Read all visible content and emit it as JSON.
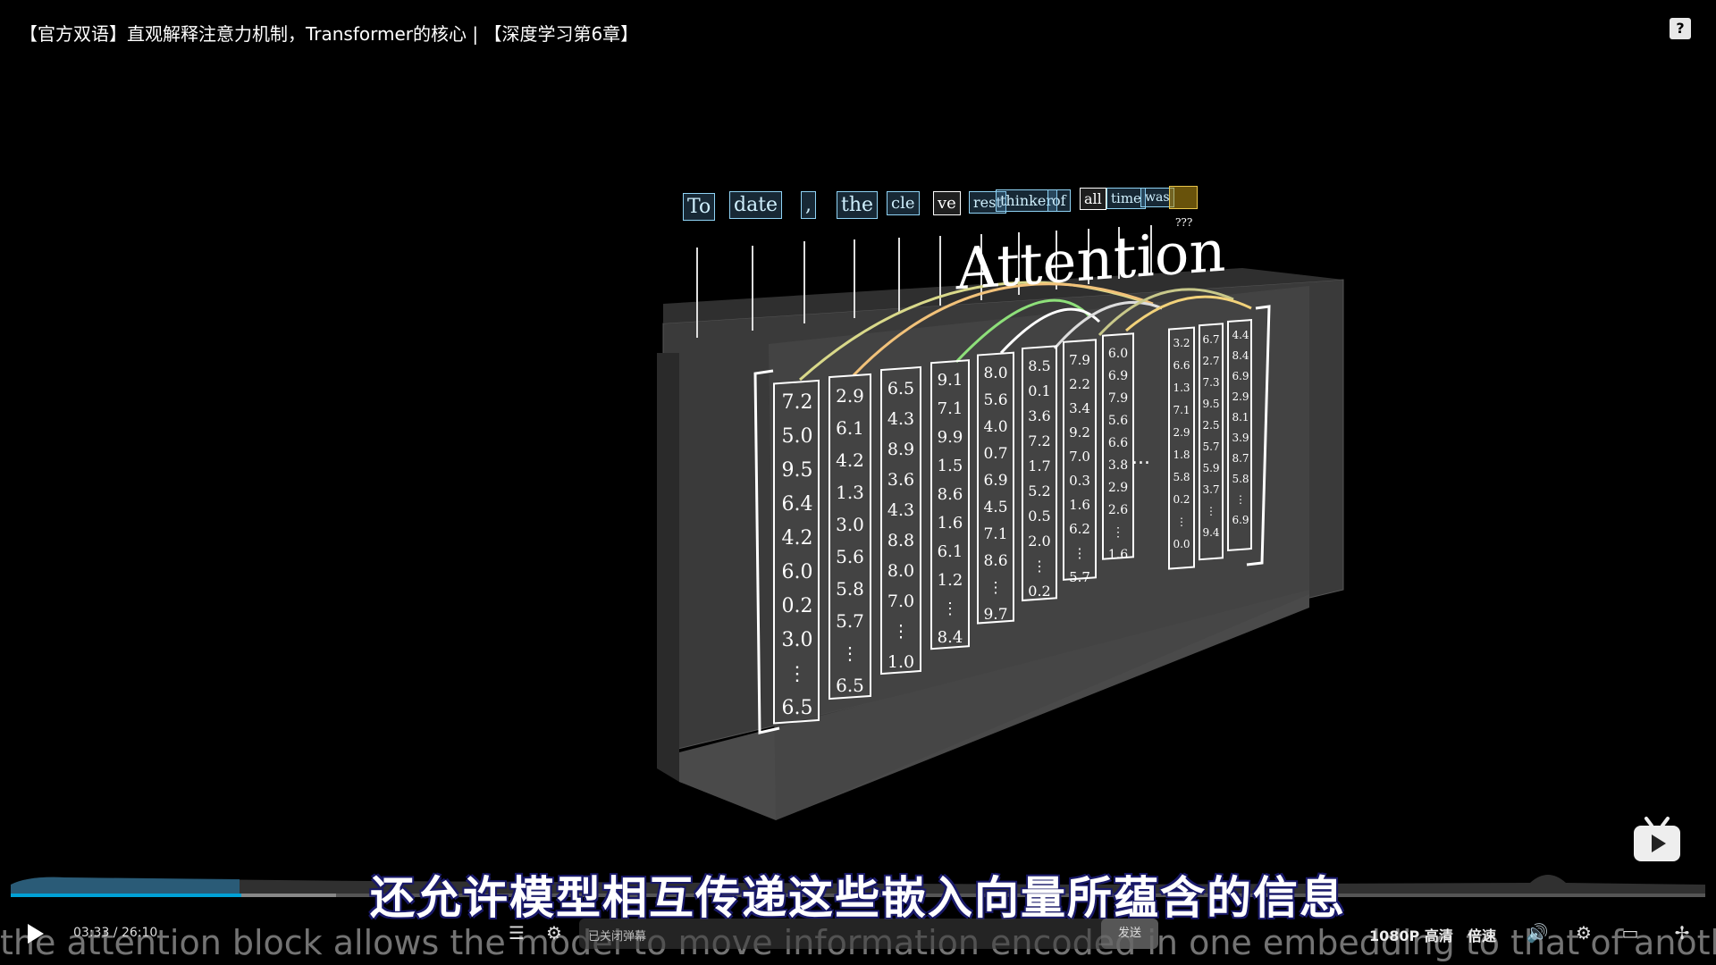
{
  "window": {
    "title": "【官方双语】直观解释注意力机制，Transformer的核心 | 【深度学习第6章】"
  },
  "video": {
    "tokens": [
      "To",
      "date",
      ",",
      "the",
      "cle",
      "ve",
      "rest",
      "thinker",
      "of",
      "all",
      "time",
      "was",
      "???"
    ],
    "attention_label": "Attention",
    "columns": [
      [
        "7.2",
        "5.0",
        "9.5",
        "6.4",
        "4.2",
        "6.0",
        "0.2",
        "3.0",
        "⋮",
        "6.5"
      ],
      [
        "2.9",
        "6.1",
        "4.2",
        "1.3",
        "3.0",
        "5.6",
        "5.8",
        "5.7",
        "⋮",
        "6.5"
      ],
      [
        "6.5",
        "4.3",
        "8.9",
        "3.6",
        "4.3",
        "8.8",
        "8.0",
        "7.0",
        "⋮",
        "1.0"
      ],
      [
        "9.1",
        "7.1",
        "9.9",
        "1.5",
        "8.6",
        "1.6",
        "6.1",
        "1.2",
        "⋮",
        "8.4"
      ],
      [
        "8.0",
        "5.6",
        "4.0",
        "0.7",
        "6.9",
        "4.5",
        "7.1",
        "8.6",
        "⋮",
        "9.7"
      ],
      [
        "8.5",
        "0.1",
        "3.6",
        "7.2",
        "1.7",
        "5.2",
        "0.5",
        "2.0",
        "⋮",
        "0.2"
      ],
      [
        "7.9",
        "2.2",
        "3.4",
        "9.2",
        "7.0",
        "0.3",
        "1.6",
        "6.2",
        "⋮",
        "5.7"
      ],
      [
        "6.0",
        "6.9",
        "7.9",
        "5.6",
        "6.6",
        "3.8",
        "2.9",
        "2.6",
        "⋮",
        "1.6"
      ]
    ],
    "far_columns": [
      [
        "3.2",
        "6.6",
        "1.3",
        "7.1",
        "2.9",
        "1.8",
        "5.8",
        "0.2",
        "⋮",
        "0.0"
      ],
      [
        "6.7",
        "2.7",
        "7.3",
        "9.5",
        "2.5",
        "5.7",
        "5.9",
        "3.7",
        "⋮",
        "9.4"
      ],
      [
        "4.4",
        "8.4",
        "6.9",
        "2.9",
        "8.1",
        "3.9",
        "8.7",
        "5.8",
        "⋮",
        "6.9"
      ]
    ],
    "ellipsis": "..."
  },
  "subtitles": {
    "chinese": "还允许模型相互传递这些嵌入向量所蕴含的信息",
    "english": "the attention block allows the model to move information encoded in one embedding to that of another,"
  },
  "player": {
    "current_time": "03:33",
    "separator": " / ",
    "duration": "26:10",
    "progress_fraction": 0.136,
    "danmaku_placeholder": "已关闭弹幕",
    "send_label": "发送",
    "quality_label": "1080P 高清",
    "speed_label": "倍速",
    "accent_color": "#00a1d6"
  },
  "icons": [
    "help-icon",
    "play-icon",
    "danmaku-toggle-icon",
    "danmaku-settings-icon",
    "volume-icon",
    "settings-icon",
    "widescreen-icon",
    "fullscreen-icon",
    "bilibili-tv-icon"
  ]
}
